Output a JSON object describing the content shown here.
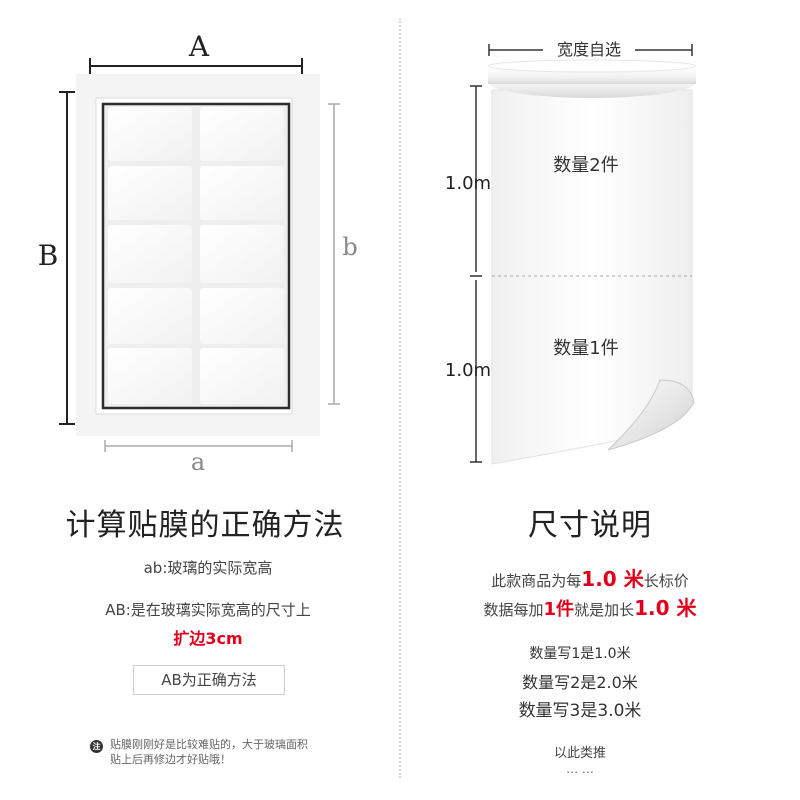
{
  "left_diagram": {
    "label_A": "A",
    "label_B": "B",
    "label_a": "a",
    "label_b": "b"
  },
  "right_diagram": {
    "width_label": "宽度自选",
    "length_top": "1.0m",
    "length_bottom": "1.0m",
    "qty_top": "数量2件",
    "qty_bottom": "数量1件"
  },
  "left_text": {
    "heading": "计算贴膜的正确方法",
    "ab_desc": "ab:玻璃的实际宽高",
    "AB_desc": "AB:是在玻璃实际宽高的尺寸上",
    "AB_expand": "扩边3cm",
    "boxed": "AB为正确方法",
    "note_badge": "注",
    "note_line1": "贴膜刚刚好是比较难贴的，大于玻璃面积",
    "note_line2": "贴上后再修边才好贴哦！"
  },
  "right_text": {
    "heading": "尺寸说明",
    "line1_pre": "此款商品为每",
    "line1_red": "1.0 米",
    "line1_post": "长标价",
    "line2_pre": "数据每加",
    "line2_red1": "1件",
    "line2_mid": "就是加长",
    "line2_red2": "1.0 米",
    "example1": "数量写1是1.0米",
    "example2": "数量写2是2.0米",
    "example3": "数量写3是3.0米",
    "etc": "以此类推",
    "ellipsis": "… …"
  },
  "colors": {
    "accent_red": "#e0001b",
    "frame_outer": "#f2f2f2",
    "frame_inner": "#2c2c2c"
  }
}
